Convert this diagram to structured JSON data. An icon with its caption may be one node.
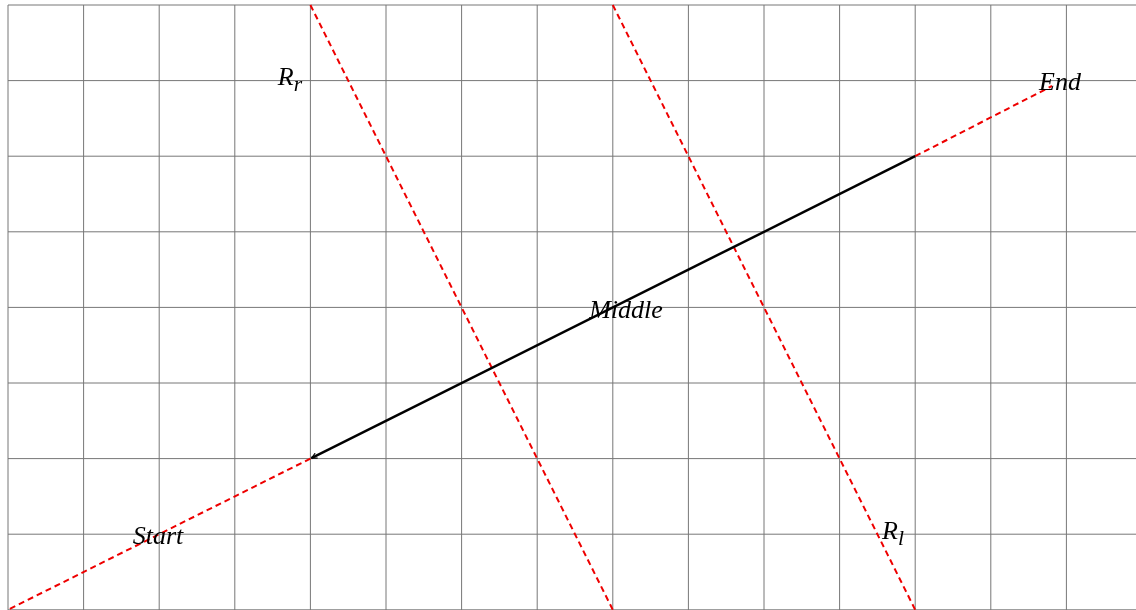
{
  "diagram": {
    "labels": [
      "R$_{r}$",
      "End",
      "Middle",
      "Start",
      "R$_{l}$"
    ]
  }
}
